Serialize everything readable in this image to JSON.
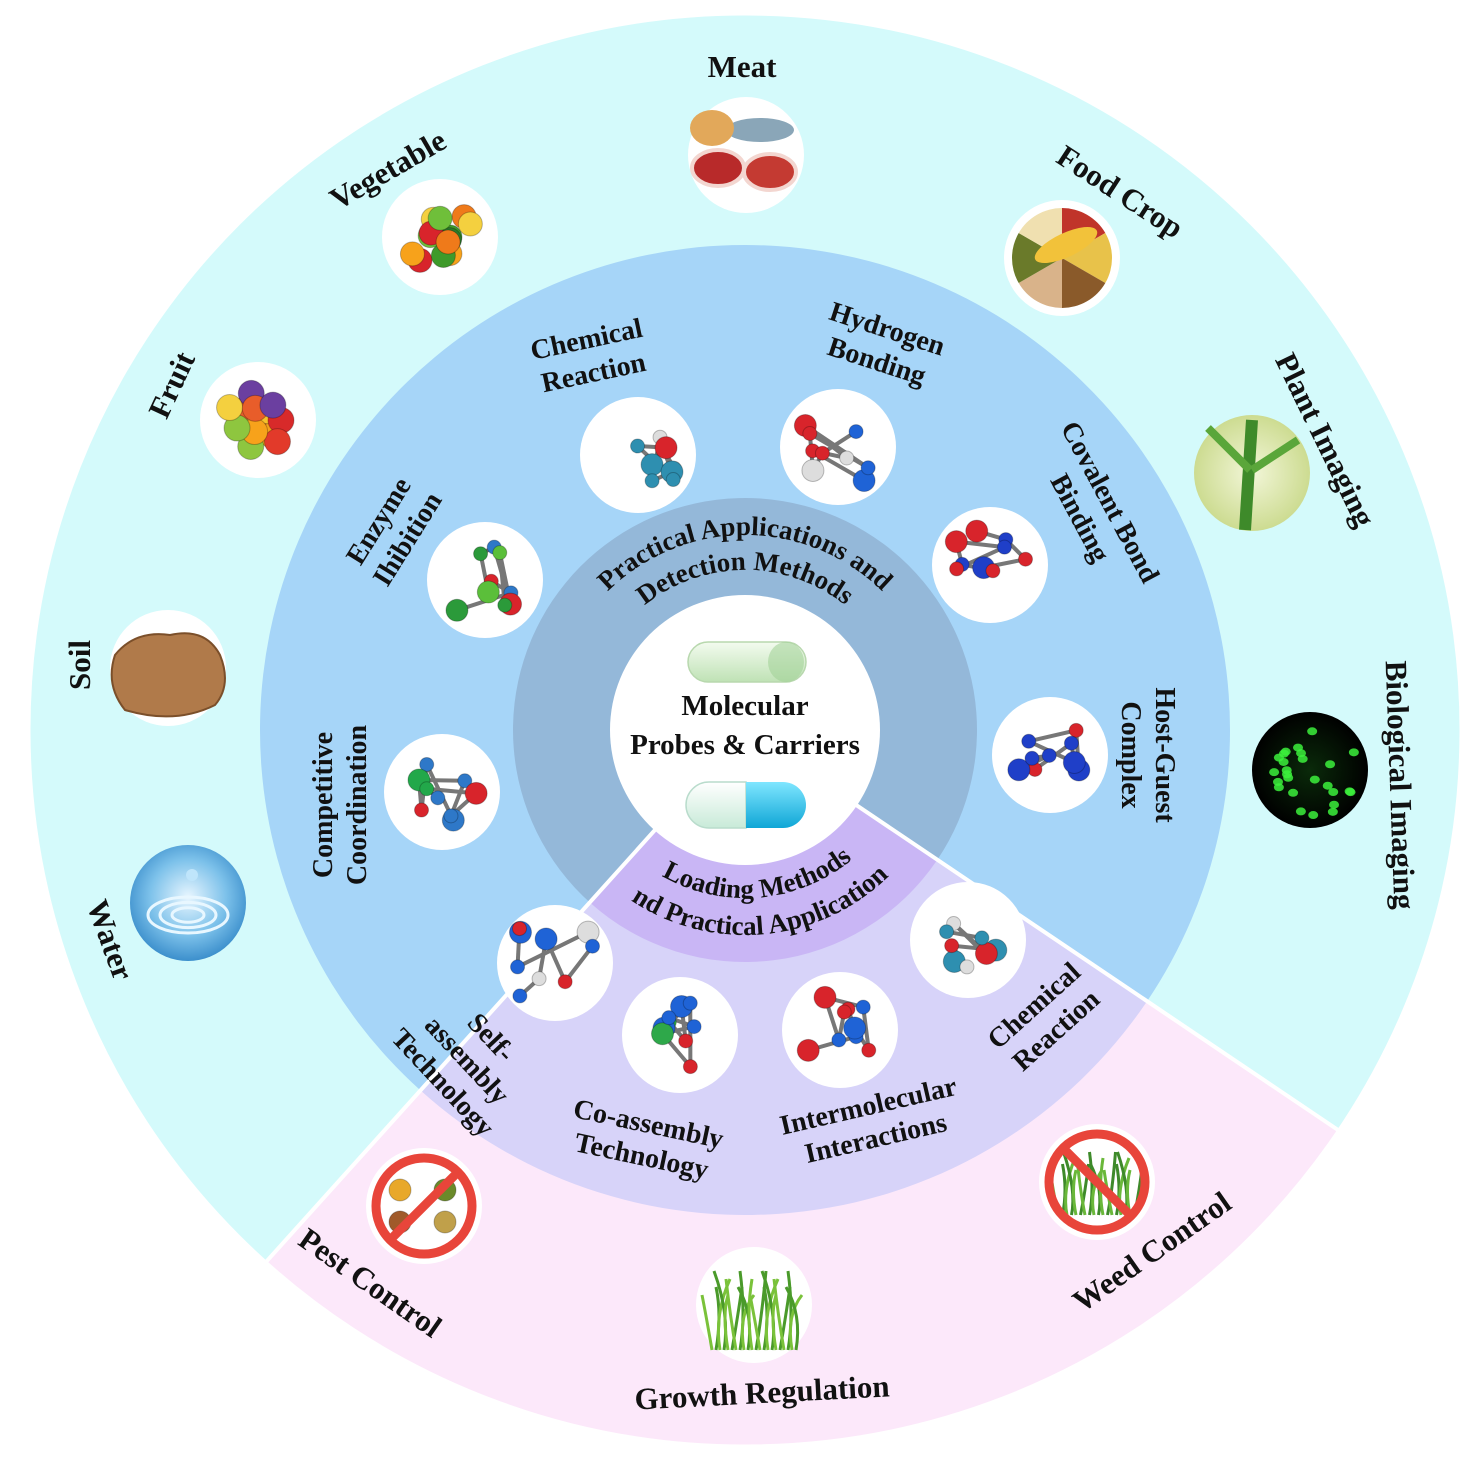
{
  "center": {
    "title_line1": "Molecular",
    "title_line2": "Probes & Carriers"
  },
  "inner_ring": {
    "detection_title_line1": "Practical Applications and",
    "detection_title_line2": "Detection Methods",
    "loading_title_line1": "Loading Methods",
    "loading_title_line2": "and Practical Applications"
  },
  "detection_methods": [
    {
      "id": "competitive",
      "lines": [
        "Competitive",
        "Coordination"
      ],
      "icon": "coordination-molecule-icon"
    },
    {
      "id": "enzyme",
      "lines": [
        "Enzyme",
        "Ihibition"
      ],
      "icon": "enzyme-molecule-icon"
    },
    {
      "id": "chemical",
      "lines": [
        "Chemical",
        "Reaction"
      ],
      "icon": "chemical-reaction-molecule-icon"
    },
    {
      "id": "hydrogen",
      "lines": [
        "Hydrogen",
        "Bonding"
      ],
      "icon": "hydrogen-bonding-molecule-icon"
    },
    {
      "id": "covalent",
      "lines": [
        "Covalent Bond",
        "Binding"
      ],
      "icon": "covalent-bond-molecule-icon"
    },
    {
      "id": "hostguest",
      "lines": [
        "Host-Guest",
        "Complex"
      ],
      "icon": "host-guest-molecule-icon"
    }
  ],
  "loading_methods": [
    {
      "id": "self",
      "lines": [
        "Self-",
        "assembly",
        "Technology"
      ],
      "icon": "self-assembly-sphere-icon"
    },
    {
      "id": "co",
      "lines": [
        "Co-assembly",
        "Technology"
      ],
      "icon": "co-assembly-molecule-icon"
    },
    {
      "id": "inter",
      "lines": [
        "Intermolecular",
        "Interactions"
      ],
      "icon": "lattice-molecule-icon"
    },
    {
      "id": "chem",
      "lines": [
        "Chemical",
        "Reaction"
      ],
      "icon": "chemical-reaction-molecule-icon"
    }
  ],
  "detection_applications": [
    {
      "id": "water",
      "label": "Water",
      "icon": "water-drop-icon"
    },
    {
      "id": "soil",
      "label": "Soil",
      "icon": "soil-icon"
    },
    {
      "id": "fruit",
      "label": "Fruit",
      "icon": "fruit-icon"
    },
    {
      "id": "vegetable",
      "label": "Vegetable",
      "icon": "vegetable-icon"
    },
    {
      "id": "meat",
      "label": "Meat",
      "icon": "meat-icon"
    },
    {
      "id": "foodcrop",
      "label": "Food Crop",
      "icon": "grain-icon"
    },
    {
      "id": "plantimg",
      "label": "Plant Imaging",
      "icon": "plant-stem-icon"
    },
    {
      "id": "bioimg",
      "label": "Biological Imaging",
      "icon": "fluorescent-cells-icon"
    }
  ],
  "loading_applications": [
    {
      "id": "pest",
      "label": "Pest Control",
      "icon": "no-pests-icon"
    },
    {
      "id": "growth",
      "label": "Growth Regulation",
      "icon": "grass-icon"
    },
    {
      "id": "weed",
      "label": "Weed  Control",
      "icon": "no-weeds-icon"
    }
  ],
  "colors": {
    "outer_detection": "#d4fafb",
    "outer_loading": "#fce8fa",
    "middle_detection": "#a6d5f8",
    "middle_loading": "#d7d3f9",
    "inner_detection": "#94b8d9",
    "inner_loading": "#c9b6f5",
    "center": "#ffffff"
  }
}
